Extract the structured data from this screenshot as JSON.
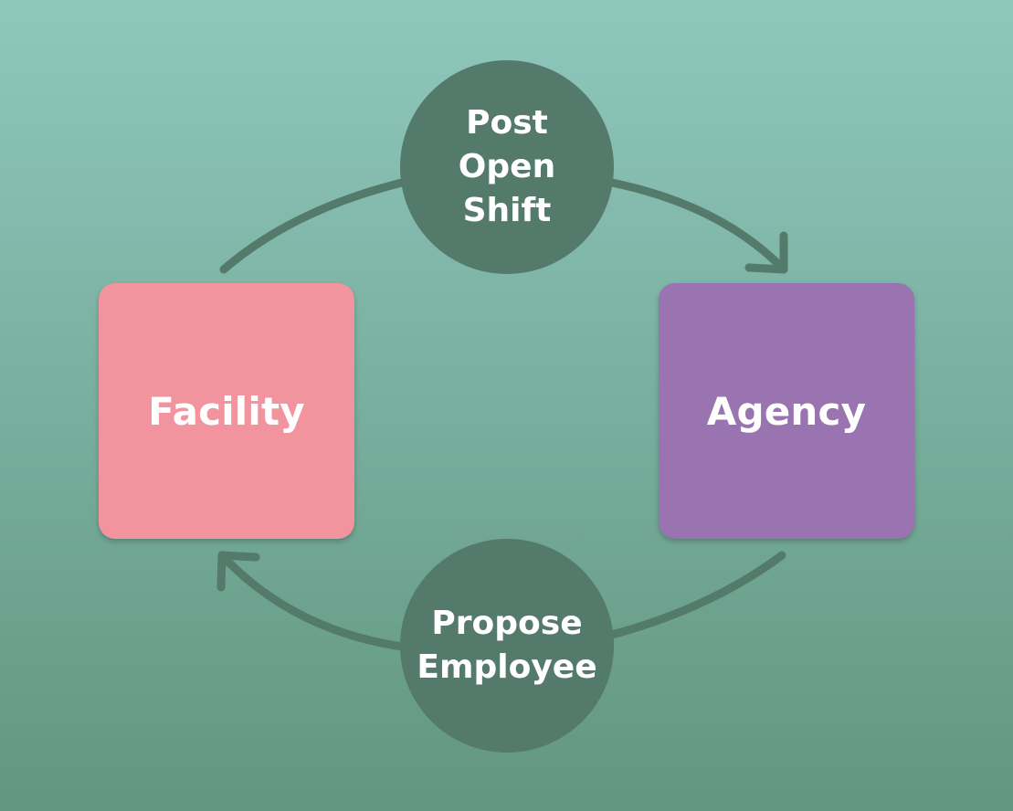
{
  "colors": {
    "background_top": "#8fc7bd",
    "background_bottom": "#629680",
    "node_circle": "#537a6a",
    "arrow": "#537a6a",
    "facility": "#f2949e",
    "agency": "#9974b0",
    "text": "#ffffff"
  },
  "nodes": {
    "facility": {
      "label": "Facility"
    },
    "agency": {
      "label": "Agency"
    }
  },
  "steps": {
    "top": {
      "label": "Post\nOpen\nShift"
    },
    "bottom": {
      "label": "Propose\nEmployee"
    }
  }
}
